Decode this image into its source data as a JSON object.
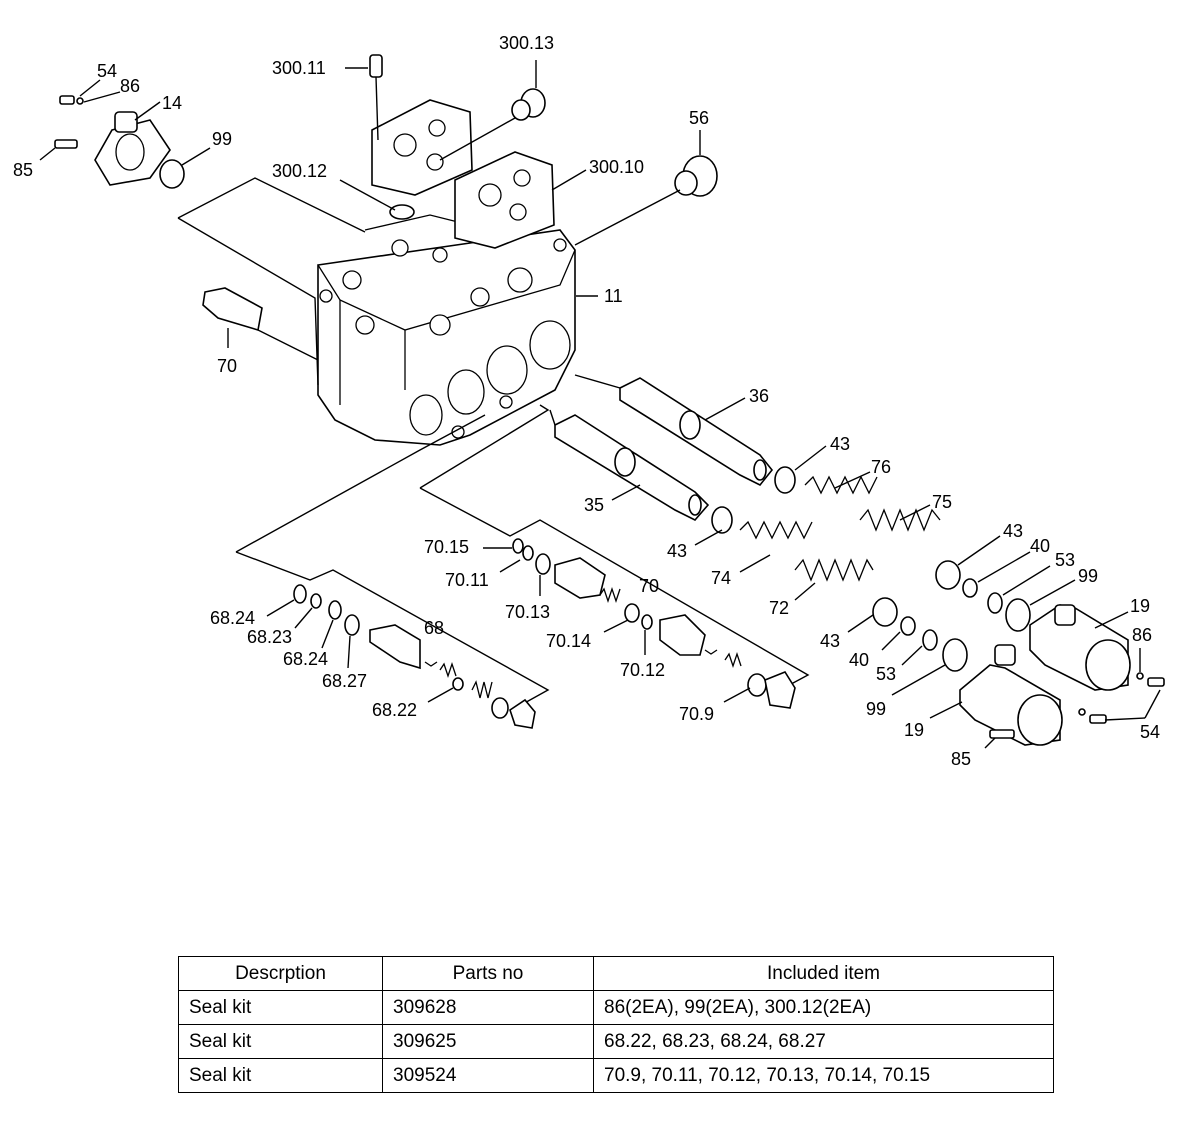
{
  "callouts": {
    "c54a": "54",
    "c86a": "86",
    "c14": "14",
    "c85a": "85",
    "c99a": "99",
    "c300_11": "300.11",
    "c300_13": "300.13",
    "c56": "56",
    "c300_12": "300.12",
    "c300_10": "300.10",
    "c11": "11",
    "c70a": "70",
    "c36": "36",
    "c43a": "43",
    "c76": "76",
    "c75": "75",
    "c35": "35",
    "c43b": "43",
    "c74": "74",
    "c72": "72",
    "c43c": "43",
    "c40a": "40",
    "c53a": "53",
    "c99b": "99",
    "c43d": "43",
    "c40b": "40",
    "c53b": "53",
    "c19a": "19",
    "c86b": "86",
    "c99c": "99",
    "c19b": "19",
    "c54b": "54",
    "c85b": "85",
    "c70_15": "70.15",
    "c70_11": "70.11",
    "c70_13": "70.13",
    "c70b": "70",
    "c70_14": "70.14",
    "c70_12": "70.12",
    "c70_9": "70.9",
    "c68_24a": "68.24",
    "c68_23": "68.23",
    "c68_24b": "68.24",
    "c68_27": "68.27",
    "c68": "68",
    "c68_22": "68.22"
  },
  "table": {
    "headers": [
      "Descrption",
      "Parts no",
      "Included item"
    ],
    "rows": [
      [
        "Seal kit",
        "309628",
        "86(2EA), 99(2EA), 300.12(2EA)"
      ],
      [
        "Seal kit",
        "309625",
        "68.22, 68.23, 68.24, 68.27"
      ],
      [
        "Seal kit",
        "309524",
        "70.9, 70.11, 70.12, 70.13, 70.14, 70.15"
      ]
    ]
  }
}
